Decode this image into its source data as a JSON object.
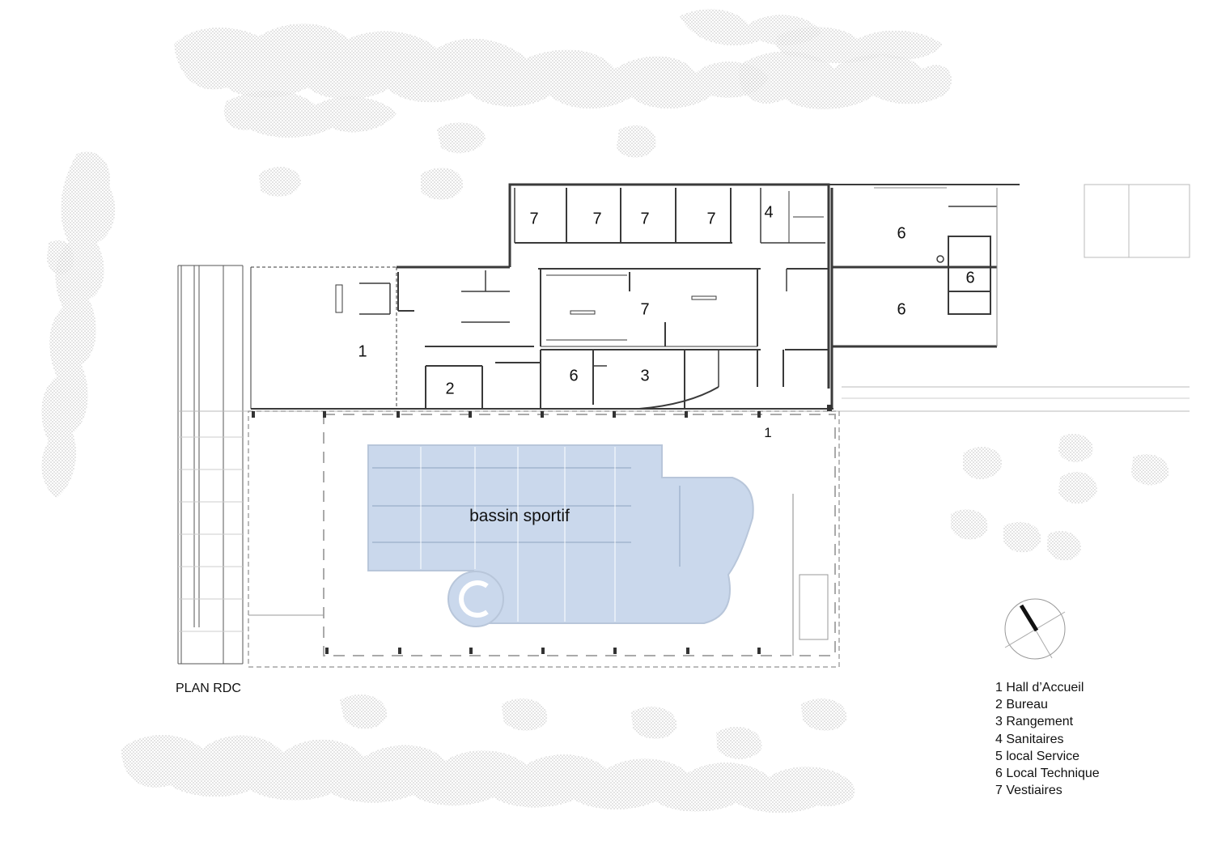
{
  "plan_title": "PLAN RDC",
  "pool_label": "bassin sportif",
  "room_numbers": [
    "7",
    "7",
    "7",
    "7",
    "4",
    "6",
    "6",
    "6",
    "1",
    "7",
    "2",
    "6",
    "3",
    "1"
  ],
  "legend": [
    "1 Hall d’Accueil",
    "2 Bureau",
    "3 Rangement",
    "4 Sanitaires",
    "5 local Service",
    "6 Local Technique",
    "7 Vestiaires"
  ],
  "colors": {
    "pool_fill": "#cad8ec",
    "wall": "#3a3a3a",
    "vegetation": "#c8c8c8",
    "text": "#111111"
  },
  "icons": [
    "north-arrow-icon"
  ]
}
